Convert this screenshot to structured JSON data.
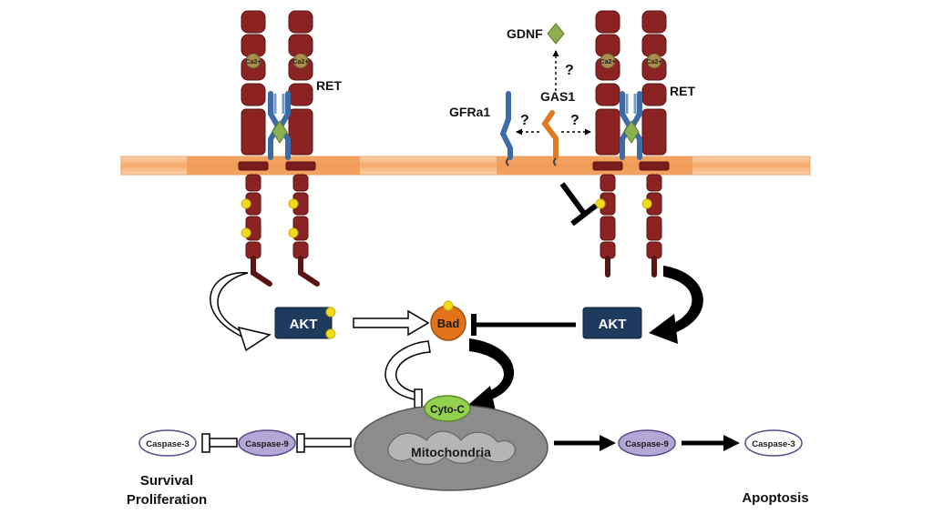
{
  "labels": {
    "ret_left": "RET",
    "ret_right": "RET",
    "gdnf": "GDNF",
    "gfra1": "GFRa1",
    "gas1": "GAS1",
    "question_up": "?",
    "question_left": "?",
    "question_right": "?",
    "calcium": "Ca2+",
    "akt_left": "AKT",
    "akt_right": "AKT",
    "bad": "Bad",
    "cyto_c": "Cyto-C",
    "mitochondria": "Mitochondria",
    "caspase3_left": "Caspase-3",
    "caspase9_left": "Caspase-9",
    "caspase9_right": "Caspase-9",
    "caspase3_right": "Caspase-3",
    "survival": "Survival",
    "proliferation": "Proliferation",
    "apoptosis": "Apoptosis"
  },
  "colors": {
    "ret": "#8B2323",
    "ret_stroke": "#5a1414",
    "membrane": "#F6B27A",
    "membrane_dark": "#E88A45",
    "gfra1": "#4F7FC0",
    "gas1": "#E07A22",
    "gdnf": "#8DB04E",
    "phospho": "#F2DC1A",
    "akt": "#1F3A5F",
    "bad": "#E2731B",
    "cyto_c": "#92D050",
    "mito_outer": "#8C8C8C",
    "mito_inner": "#B5B5B5",
    "caspase": "#B4A7D6"
  }
}
